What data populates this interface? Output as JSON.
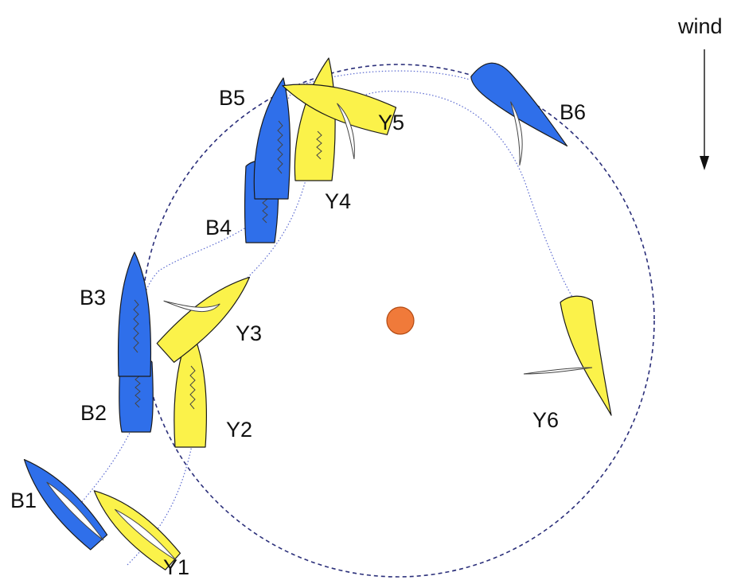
{
  "wind_label": "wind",
  "colors": {
    "blue_boat": "#2f6fea",
    "yellow_boat": "#fbf24a",
    "mark": "#f07a3a",
    "zone_circle": "#2b2f7a",
    "track": "#5b6ad0"
  },
  "boat_labels": {
    "b1": "B1",
    "b2": "B2",
    "b3": "B3",
    "b4": "B4",
    "b5": "B5",
    "b6": "B6",
    "y1": "Y1",
    "y2": "Y2",
    "y3": "Y3",
    "y4": "Y4",
    "y5": "Y5",
    "y6": "Y6"
  }
}
